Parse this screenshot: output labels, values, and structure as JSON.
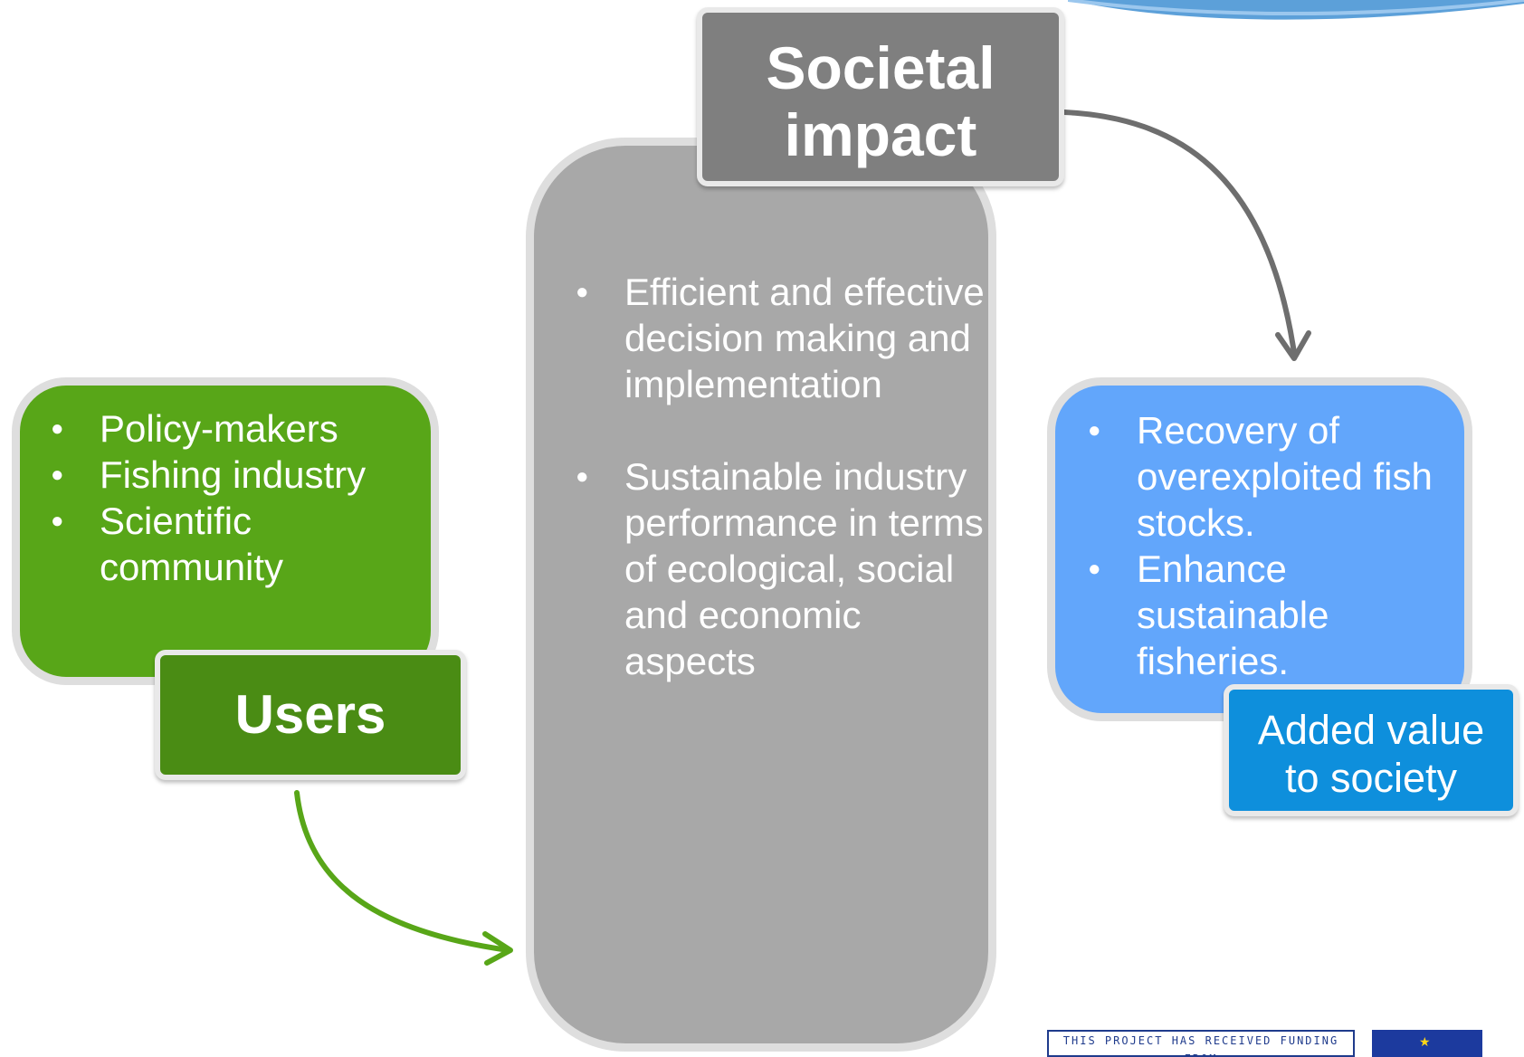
{
  "colors": {
    "users_panel": "#58a618",
    "users_label": "#4a8c14",
    "impact_panel": "#a8a8a8",
    "impact_label": "#7f7f7f",
    "value_panel": "#62a6fb",
    "value_label": "#0e8fdc"
  },
  "users": {
    "label": "Users",
    "items": [
      "Policy-makers",
      "Fishing industry",
      "Scientific community"
    ]
  },
  "impact": {
    "label_line1": "Societal",
    "label_line2": "impact",
    "items": [
      "Efficient and effective decision making and implementation",
      "Sustainable industry performance in terms of ecological, social and economic aspects"
    ]
  },
  "value": {
    "label_line1": "Added value",
    "label_line2": "to society",
    "items": [
      "Recovery of overexploited fish stocks.",
      "Enhance sustainable fisheries."
    ]
  },
  "footer": {
    "funding_text": "THIS PROJECT HAS RECEIVED FUNDING FROM",
    "flag_icon": "eu-flag-icon"
  }
}
